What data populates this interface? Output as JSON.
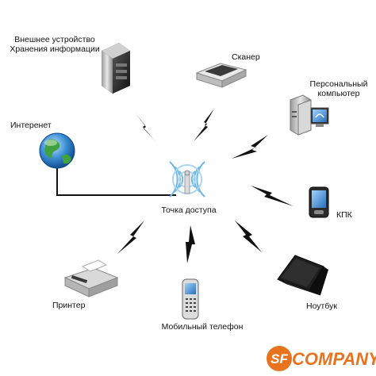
{
  "labels": {
    "storage_line1": "Внешнее устройство",
    "storage_line2": "Хранения информации",
    "scanner": "Сканер",
    "pc_line1": "Персональный",
    "pc_line2": "компьютер",
    "internet": "Интеренет",
    "access_point": "Точка доступа",
    "pda": "КПК",
    "printer": "Принтер",
    "mobile_phone": "Мобильный телефон",
    "laptop": "Ноутбук"
  },
  "logo": {
    "text_sf": "SF",
    "text_company": "COMPANY"
  },
  "colors": {
    "lightning": "#111111",
    "wire": "#111111",
    "antenna_wave": "#6fb7e6",
    "globe": "#2a7fc9",
    "logo_orange": "#e8731e"
  },
  "icons": [
    "external-storage-icon",
    "scanner-icon",
    "pc-icon",
    "globe-icon",
    "access-point-icon",
    "pda-icon",
    "printer-icon",
    "mobile-phone-icon",
    "laptop-icon"
  ]
}
